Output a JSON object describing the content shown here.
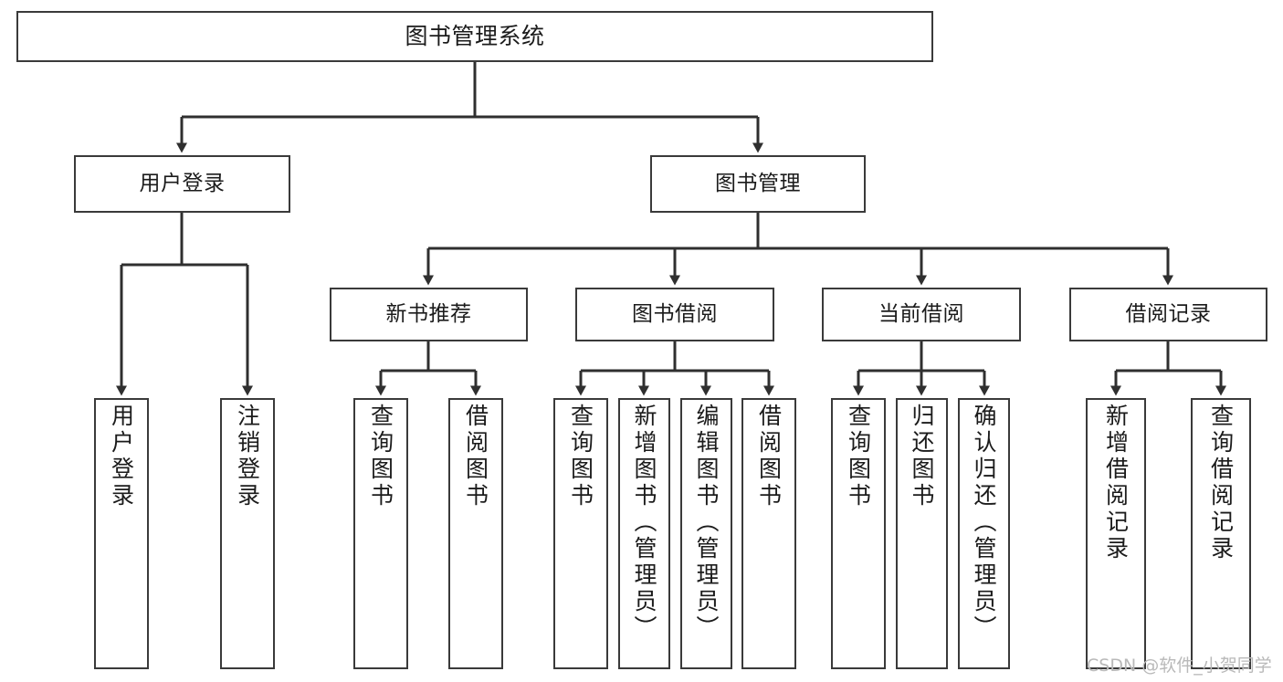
{
  "diagram": {
    "title": "图书管理系统",
    "type": "tree-hierarchy",
    "watermark": "CSDN @软件_小贺同学",
    "colors": {
      "border": "#3a3a3a",
      "background": "#ffffff",
      "text": "#1b1b1b",
      "watermark": "#b9b9b9"
    },
    "root": {
      "label": "图书管理系统"
    },
    "level2": [
      {
        "label": "用户登录"
      },
      {
        "label": "图书管理"
      }
    ],
    "level3": [
      {
        "label": "新书推荐"
      },
      {
        "label": "图书借阅"
      },
      {
        "label": "当前借阅"
      },
      {
        "label": "借阅记录"
      }
    ],
    "leaves": {
      "user_login": [
        {
          "label": "用户登录"
        },
        {
          "label": "注销登录"
        }
      ],
      "new_book_recommend": [
        {
          "label": "查询图书"
        },
        {
          "label": "借阅图书"
        }
      ],
      "book_borrow": [
        {
          "label": "查询图书"
        },
        {
          "label": "新增图书（管理员）"
        },
        {
          "label": "编辑图书（管理员）"
        },
        {
          "label": "借阅图书"
        }
      ],
      "current_borrow": [
        {
          "label": "查询图书"
        },
        {
          "label": "归还图书"
        },
        {
          "label": "确认归还（管理员）"
        }
      ],
      "borrow_record": [
        {
          "label": "新增借阅记录"
        },
        {
          "label": "查询借阅记录"
        }
      ]
    }
  }
}
